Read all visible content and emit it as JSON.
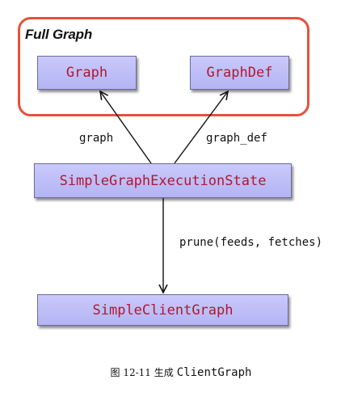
{
  "group": {
    "title": "Full Graph",
    "border_color": "#e8503a"
  },
  "nodes": {
    "graph": "Graph",
    "graph_def": "GraphDef",
    "state": "SimpleGraphExecutionState",
    "client": "SimpleClientGraph"
  },
  "edges": {
    "graph_label": "graph",
    "graph_def_label": "graph_def",
    "prune_label": "prune(feeds, fetches)"
  },
  "caption": {
    "prefix": "图 12-11 生成",
    "name": "ClientGraph"
  },
  "colors": {
    "node_fill": "#bdbdf8",
    "node_text": "#b0182f",
    "edge": "#111111"
  }
}
